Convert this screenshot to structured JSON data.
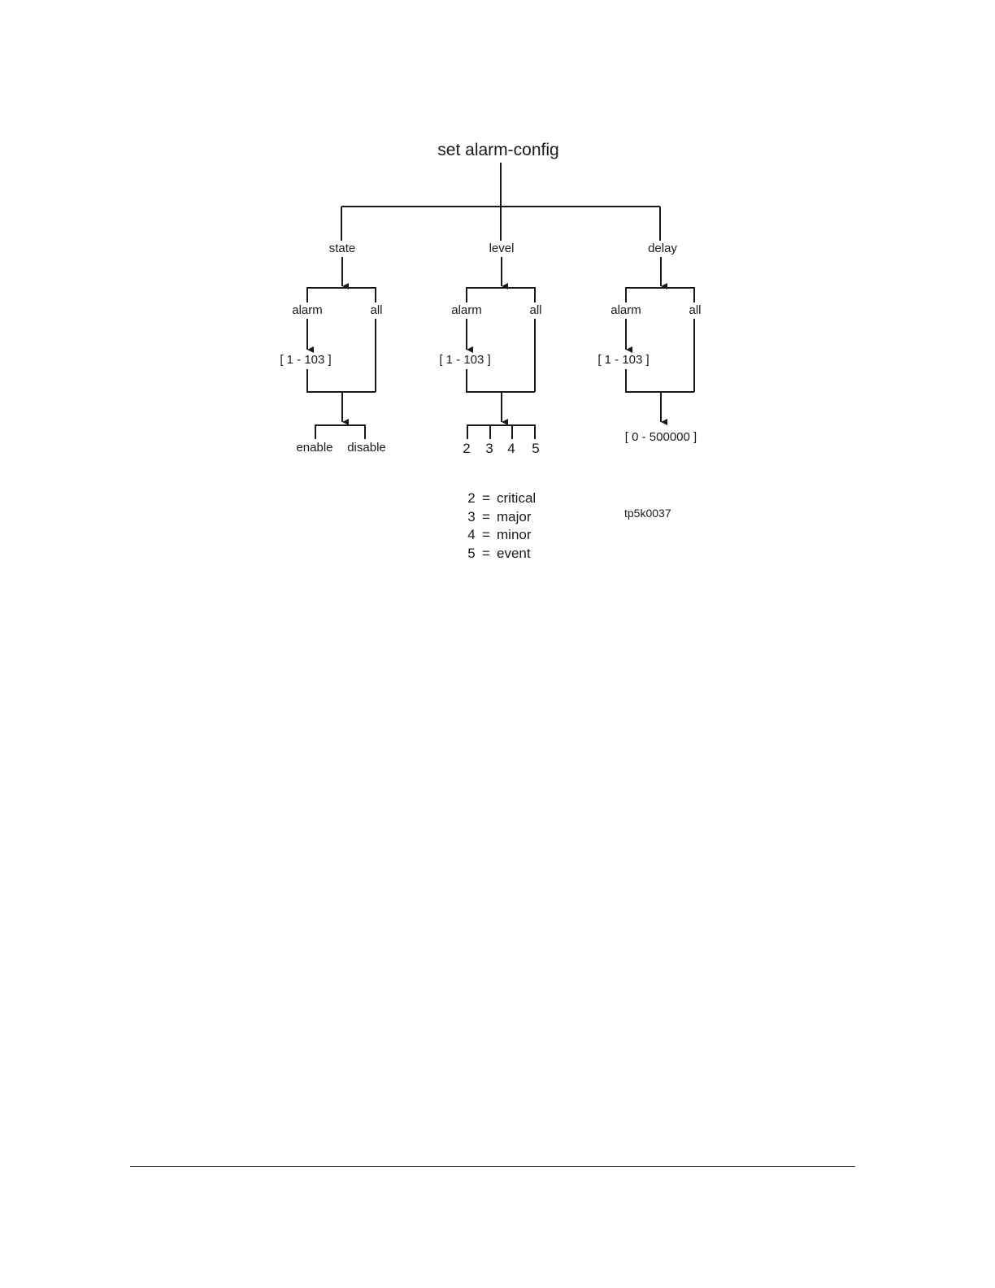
{
  "diagram": {
    "title": "set alarm-config",
    "branches": [
      {
        "id": "state",
        "label": "state",
        "left_option": "alarm",
        "right_option": "all",
        "range": "[ 1 - 103 ]",
        "outputs": [
          "enable",
          "disable"
        ]
      },
      {
        "id": "level",
        "label": "level",
        "left_option": "alarm",
        "right_option": "all",
        "range": "[ 1 - 103 ]",
        "outputs": [
          "2",
          "3",
          "4",
          "5"
        ]
      },
      {
        "id": "delay",
        "label": "delay",
        "left_option": "alarm",
        "right_option": "all",
        "range": "[ 1 - 103 ]",
        "outputs": [
          "[ 0 - 500000 ]"
        ]
      }
    ],
    "legend": [
      {
        "num": "2",
        "eq": "=",
        "meaning": "critical"
      },
      {
        "num": "3",
        "eq": "=",
        "meaning": "major"
      },
      {
        "num": "4",
        "eq": "=",
        "meaning": "minor"
      },
      {
        "num": "5",
        "eq": "=",
        "meaning": "event"
      }
    ],
    "figure_id": "tp5k0037"
  },
  "colors": {
    "line": "#1a1a1a",
    "text": "#1a1a1a",
    "background": "#ffffff"
  }
}
